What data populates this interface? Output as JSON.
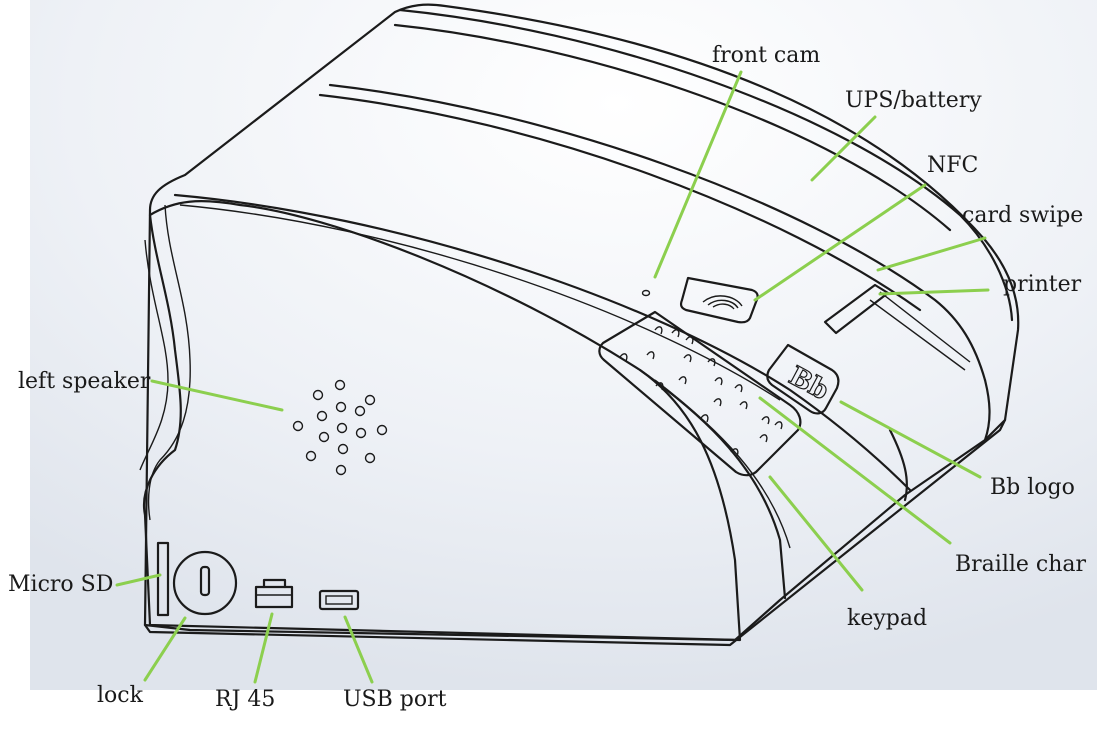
{
  "labels": {
    "front_cam": "front cam",
    "ups_battery": "UPS/battery",
    "nfc": "NFC",
    "card_swipe": "card swipe",
    "printer": "printer",
    "left_speaker": "left speaker",
    "bb_logo": "Bb logo",
    "braille_char": "Braille char",
    "keypad": "keypad",
    "micro_sd": "Micro SD",
    "lock": "lock",
    "rj45": "RJ 45",
    "usb_port": "USB port"
  },
  "logo_text": "Bb",
  "colors": {
    "leader": "#8ccf4e",
    "outline": "#1b1b1b",
    "background_tint": "#dfe4ec"
  }
}
